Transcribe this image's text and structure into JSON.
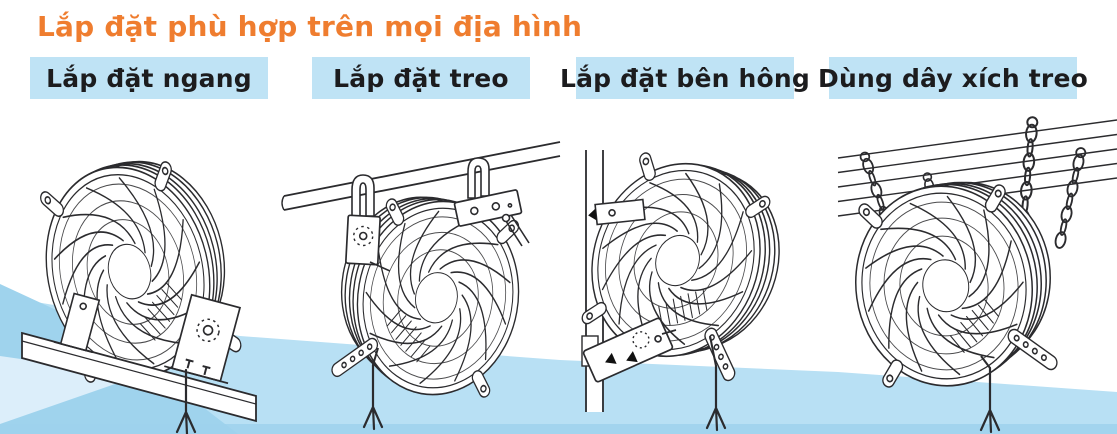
{
  "header": {
    "title": "Lắp đặt phù hợp trên mọi địa hình"
  },
  "methods": [
    {
      "label": "Lắp đặt ngang",
      "illustration": "fan-on-horizontal-beam"
    },
    {
      "label": "Lắp đặt treo",
      "illustration": "fan-hung-from-pipe"
    },
    {
      "label": "Lắp đặt bên hông",
      "illustration": "fan-side-mounted-on-pole"
    },
    {
      "label": "Dùng dây xích treo",
      "illustration": "fan-hung-with-chains"
    }
  ],
  "colors": {
    "title_orange": "#ef7d2f",
    "label_bg": "#bfe3f5",
    "label_text": "#1c1c1e",
    "line_art": "#2b2b2e",
    "floor_blue": "#b8e0f4",
    "floor_dark_blue": "#9fd3ed",
    "floor_light_blue": "#dceefa"
  }
}
